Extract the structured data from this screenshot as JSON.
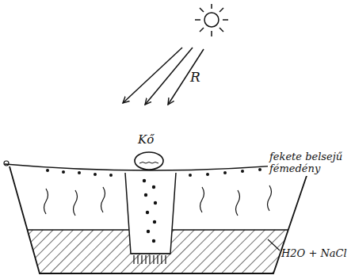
{
  "diagram": {
    "labels": [
      "R",
      "Kő",
      "fekete belsejű fémedény",
      "H2O + NaCl"
    ]
  }
}
